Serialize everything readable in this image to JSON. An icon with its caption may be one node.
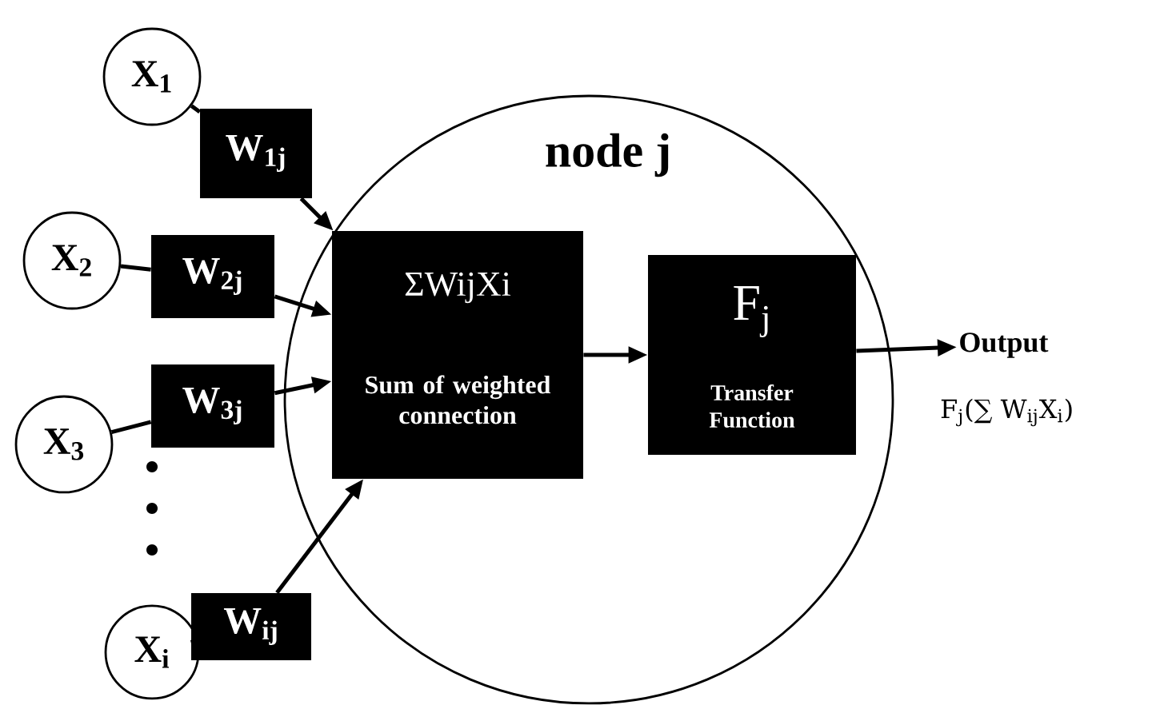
{
  "diagram": {
    "nodes": [
      {
        "text": [
          "X$_{1}$"
        ]
      },
      {
        "text": [
          "W$_{1j}$"
        ]
      },
      {
        "text": [
          "X$_{2}$"
        ]
      },
      {
        "text": [
          "W$_{2j}$"
        ]
      },
      {
        "text": [
          "X$_{3}$"
        ]
      },
      {
        "text": [
          "W$_{3j}$"
        ]
      },
      {
        "text": [
          "X$_{i}$"
        ]
      },
      {
        "text": [
          "W$_{ij}$"
        ]
      },
      {
        "text": [
          "node j"
        ]
      },
      {
        "text": [
          "ΣWijXi",
          "Sum of weighted connection"
        ],
        "in": 8
      },
      {
        "text": [
          "F$_{j}$",
          "Transfer Function"
        ],
        "in": 8
      },
      {
        "text": [
          "Output",
          "F$_{j}$(∑ W$_{ij}$X$_{i}$)"
        ]
      }
    ],
    "edges": [
      {
        "from": 0,
        "to": 1,
        "arrow": "none"
      },
      {
        "from": 1,
        "to": 9,
        "arrow": "to"
      },
      {
        "from": 2,
        "to": 3,
        "arrow": "none"
      },
      {
        "from": 3,
        "to": 9,
        "arrow": "to"
      },
      {
        "from": 4,
        "to": 5,
        "arrow": "none"
      },
      {
        "from": 5,
        "to": 9,
        "arrow": "to"
      },
      {
        "from": 6,
        "to": 7,
        "arrow": "none"
      },
      {
        "from": 7,
        "to": 9,
        "arrow": "to"
      },
      {
        "from": 9,
        "to": 10,
        "arrow": "to"
      },
      {
        "from": 10,
        "to": 11,
        "arrow": "to"
      }
    ]
  }
}
